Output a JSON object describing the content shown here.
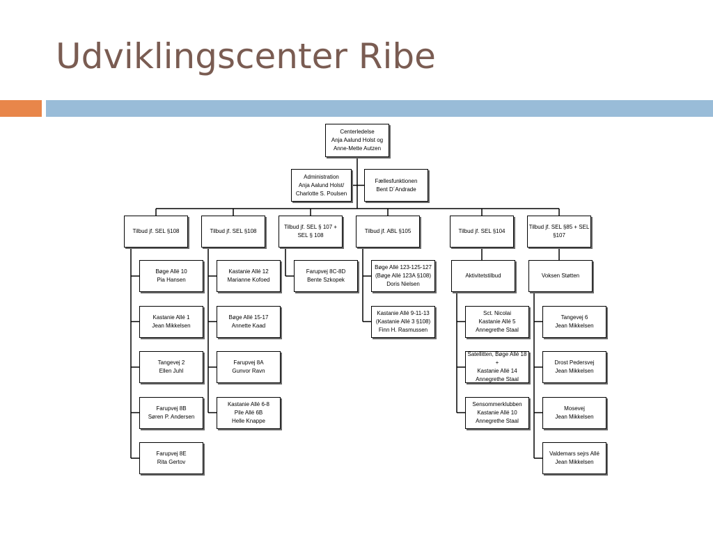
{
  "title": "Udviklingscenter Ribe",
  "org": {
    "root": [
      "Centerledelse",
      "Anja Aalund Holst og",
      "Anne-Mette Autzen"
    ],
    "admin": [
      "Administration",
      "Anja Aalund Holst/",
      "Charlotte S. Poulsen"
    ],
    "faelles": [
      "Fællesfunktionen",
      "Bent D´Andrade"
    ],
    "categories": [
      {
        "label": [
          "Tilbud jf. SEL §108"
        ],
        "children": [
          [
            "Bøge Allé 10",
            "Pia Hansen"
          ],
          [
            "Kastanie Allé 1",
            "Jean Mikkelsen"
          ],
          [
            "Tangevej 2",
            "Ellen Juhl"
          ],
          [
            "Farupvej 8B",
            "Søren P. Andersen"
          ],
          [
            "Farupvej 8E",
            "Rita Gertov"
          ]
        ]
      },
      {
        "label": [
          "Tilbud jf. SEL §108"
        ],
        "children": [
          [
            "Kastanie Allé 12",
            "Marianne Kofoed"
          ],
          [
            "Bøge Allé 15-17",
            "Annette Kaad"
          ],
          [
            "Farupvej 8A",
            "Gunvor Ravn"
          ],
          [
            "Kastanie Allé 6-8",
            "Pile Allé 6B",
            "Helle Knappe"
          ]
        ]
      },
      {
        "label": [
          "Tilbud jf. SEL § 107 +",
          "SEL § 108"
        ],
        "children": [
          [
            "Farupvej 8C-8D",
            "Bente Szkopek"
          ]
        ]
      },
      {
        "label": [
          "Tilbud jf. ABL §105"
        ],
        "children": [
          [
            "Bøge Allé 123-125-127",
            "(Bøge Allé 123A §108)",
            "Doris Nielsen"
          ],
          [
            "Kastanie Allé 9-11-13",
            "(Kastanie Allé 3 §108)",
            "Finn H. Rasmussen"
          ]
        ]
      },
      {
        "label": [
          "Tilbud jf. SEL §104"
        ],
        "sub": [
          "Aktivitetstilbud"
        ],
        "children": [
          [
            "Sct. Nicolai",
            "Kastanie Allé 5",
            "Annegrethe Staal"
          ],
          [
            "Satellitten, Bøge Allé 18",
            "+",
            "Kastanie Allé 14",
            "Annegrethe Staal"
          ],
          [
            "Sensommerklubben",
            "Kastanie Allé 10",
            "Annegrethe Staal"
          ]
        ]
      },
      {
        "label": [
          "Tilbud jf. SEL §85 + SEL",
          "§107"
        ],
        "sub": [
          "Voksen Støtten"
        ],
        "children": [
          [
            "Tangevej 6",
            "Jean Mikkelsen"
          ],
          [
            "Drost Pedersvej",
            "Jean Mikkelsen"
          ],
          [
            "Mosevej",
            "Jean Mikkelsen"
          ],
          [
            "Valdemars sejrs Allé",
            "Jean Mikkelsen"
          ]
        ]
      }
    ]
  }
}
